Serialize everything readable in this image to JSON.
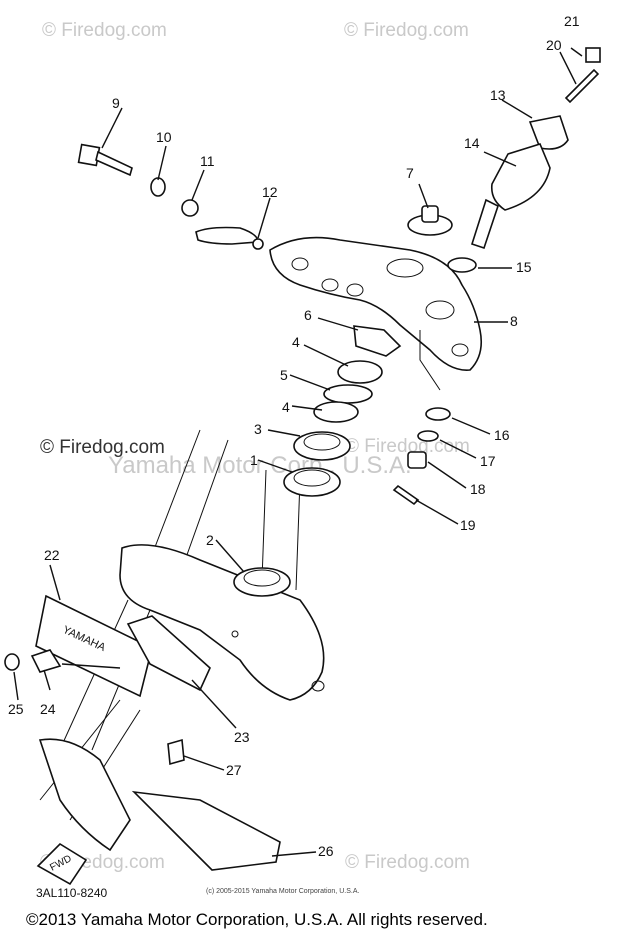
{
  "watermarks": {
    "top_left": "© Firedog.com",
    "top_right": "© Firedog.com",
    "mid_left": "© Firedog.com",
    "mid_right": "© Firedog.com",
    "mid_center": "Yamaha Motor Corp., U.S.A.",
    "bottom_left": "© Firedog.com",
    "bottom_right": "© Firedog.com"
  },
  "diagram_code": "3AL110-8240",
  "small_copyright": "(c) 2005-2015 Yamaha Motor Corporation, U.S.A.",
  "footer_copyright": "©2013 Yamaha Motor Corporation, U.S.A. All rights reserved.",
  "badge_text": "YAMAHA",
  "fwd_text": "FWD",
  "callouts": [
    "1",
    "2",
    "3",
    "4",
    "4",
    "5",
    "6",
    "7",
    "8",
    "9",
    "10",
    "11",
    "12",
    "13",
    "14",
    "15",
    "16",
    "17",
    "18",
    "19",
    "20",
    "21",
    "22",
    "23",
    "24",
    "25",
    "26",
    "27"
  ]
}
